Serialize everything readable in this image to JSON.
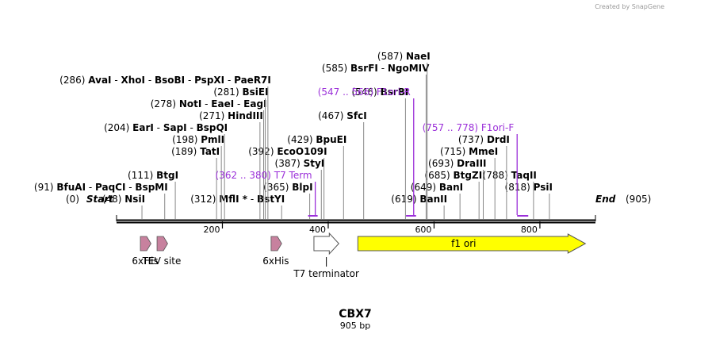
{
  "credit": "Created by SnapGene",
  "sequence": {
    "name": "CBX7",
    "length_label": "905 bp",
    "length": 905,
    "start_label": "Start",
    "start_pos": "(0)",
    "end_label": "End",
    "end_pos": "(905)"
  },
  "ticks": [
    {
      "pos": 200,
      "label": "200"
    },
    {
      "pos": 400,
      "label": "400"
    },
    {
      "pos": 600,
      "label": "600"
    },
    {
      "pos": 800,
      "label": "800"
    }
  ],
  "sites": [
    {
      "row": 0,
      "pos": 48,
      "pos_label": "(48)",
      "names": [
        "NsiI"
      ]
    },
    {
      "row": 0,
      "pos": 312,
      "pos_label": "(312)",
      "names": [
        "MflI *",
        "BstYI"
      ]
    },
    {
      "row": 0,
      "pos": 619,
      "pos_label": "(619)",
      "names": [
        "BanII"
      ]
    },
    {
      "row": 1,
      "pos": 91,
      "pos_label": "(91)",
      "names": [
        "BfuAI",
        "PaqCI",
        "BspMI"
      ]
    },
    {
      "row": 1,
      "pos": 365,
      "pos_label": "(365)",
      "names": [
        "BlpI"
      ]
    },
    {
      "row": 1,
      "pos": 649,
      "pos_label": "(649)",
      "names": [
        "BanI"
      ]
    },
    {
      "row": 1,
      "pos": 818,
      "pos_label": "(818)",
      "names": [
        "PsiI"
      ]
    },
    {
      "row": 2,
      "pos": 111,
      "pos_label": "(111)",
      "names": [
        "BtgI"
      ]
    },
    {
      "row": 2,
      "pos": 685,
      "pos_label": "(685)",
      "names": [
        "BtgZI"
      ]
    },
    {
      "row": 2,
      "pos": 788,
      "pos_label": "(788)",
      "names": [
        "TaqII"
      ]
    },
    {
      "row": 3,
      "pos": 387,
      "pos_label": "(387)",
      "names": [
        "StyI"
      ]
    },
    {
      "row": 3,
      "pos": 693,
      "pos_label": "(693)",
      "names": [
        "DraIII"
      ]
    },
    {
      "row": 4,
      "pos": 189,
      "pos_label": "(189)",
      "names": [
        "TatI"
      ]
    },
    {
      "row": 4,
      "pos": 392,
      "pos_label": "(392)",
      "names": [
        "EcoO109I"
      ]
    },
    {
      "row": 4,
      "pos": 715,
      "pos_label": "(715)",
      "names": [
        "MmeI"
      ]
    },
    {
      "row": 5,
      "pos": 198,
      "pos_label": "(198)",
      "names": [
        "PmlI"
      ]
    },
    {
      "row": 5,
      "pos": 429,
      "pos_label": "(429)",
      "names": [
        "BpuEI"
      ]
    },
    {
      "row": 5,
      "pos": 737,
      "pos_label": "(737)",
      "names": [
        "DrdI"
      ]
    },
    {
      "row": 6,
      "pos": 204,
      "pos_label": "(204)",
      "names": [
        "EarI",
        "SapI",
        "BspQI"
      ]
    },
    {
      "row": 7,
      "pos": 271,
      "pos_label": "(271)",
      "names": [
        "HindIII"
      ]
    },
    {
      "row": 7,
      "pos": 467,
      "pos_label": "(467)",
      "names": [
        "SfcI"
      ]
    },
    {
      "row": 8,
      "pos": 278,
      "pos_label": "(278)",
      "names": [
        "NotI",
        "EaeI",
        "EagI"
      ]
    },
    {
      "row": 9,
      "pos": 281,
      "pos_label": "(281)",
      "names": [
        "BsiEI"
      ]
    },
    {
      "row": 9,
      "pos": 546,
      "pos_label": "(546)",
      "names": [
        "BsrBI"
      ]
    },
    {
      "row": 10,
      "pos": 286,
      "pos_label": "(286)",
      "names": [
        "AvaI",
        "XhoI",
        "BsoBI",
        "PspXI",
        "PaeR7I"
      ]
    },
    {
      "row": 11,
      "pos": 585,
      "pos_label": "(585)",
      "names": [
        "BsrFI",
        "NgoMIV"
      ]
    },
    {
      "row": 12,
      "pos": 587,
      "pos_label": "(587)",
      "names": [
        "NaeI"
      ]
    }
  ],
  "primers": [
    {
      "label": "(362 .. 380)  T7 Term",
      "start": 362,
      "end": 380,
      "direction": "reverse",
      "row": 2
    },
    {
      "label": "(547 .. 566)  F1ori-R",
      "start": 547,
      "end": 566,
      "direction": "reverse",
      "row": 9
    },
    {
      "label": "(757 .. 778)  F1ori-F",
      "start": 757,
      "end": 778,
      "direction": "forward",
      "row": 6
    }
  ],
  "features": [
    {
      "name": "6xHis",
      "start": 45,
      "end": 63,
      "color": "#c7819e",
      "kind": "small-arrow"
    },
    {
      "name": "TEV site",
      "start": 75,
      "end": 96,
      "color": "#c7819e",
      "kind": "small-arrow"
    },
    {
      "name": "6xHis",
      "start": 292,
      "end": 310,
      "color": "#c7819e",
      "kind": "small-arrow"
    },
    {
      "name": "T7 terminator",
      "start": 373,
      "end": 420,
      "color": "#ffffff",
      "kind": "arrow"
    },
    {
      "name": "f1 ori",
      "start": 456,
      "end": 886,
      "color": "#ffff00",
      "kind": "arrow-inside"
    }
  ]
}
